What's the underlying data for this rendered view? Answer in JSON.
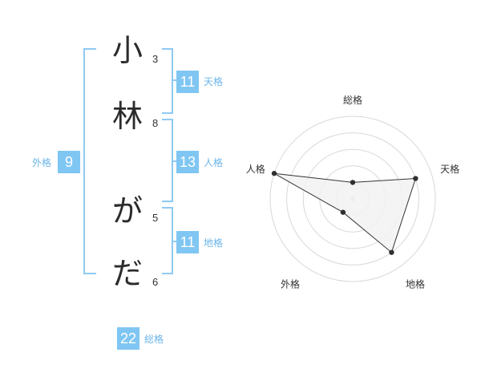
{
  "name": {
    "characters": [
      {
        "char": "小",
        "strokes": "3"
      },
      {
        "char": "林",
        "strokes": "8"
      },
      {
        "char": "が",
        "strokes": "5"
      },
      {
        "char": "だ",
        "strokes": "6"
      }
    ]
  },
  "kakusu": {
    "tenkaku": {
      "value": "11",
      "label": "天格"
    },
    "jinkaku": {
      "value": "13",
      "label": "人格"
    },
    "chikaku": {
      "value": "11",
      "label": "地格"
    },
    "gaikaku": {
      "value": "9",
      "label": "外格"
    },
    "soukaku": {
      "value": "22",
      "label": "総格"
    }
  },
  "colors": {
    "accent": "#7fc6f3",
    "bracket": "#8fcaf3",
    "label": "#6bb5e8",
    "radar_fill": "#f2f2f2",
    "radar_line": "#333333"
  },
  "chart_data": {
    "type": "radar",
    "axes": [
      "総格",
      "天格",
      "地格",
      "外格",
      "人格"
    ],
    "series": [
      {
        "values": [
          1,
          4,
          4,
          1,
          5
        ]
      }
    ],
    "rlim": [
      0,
      5
    ],
    "grid": true
  }
}
